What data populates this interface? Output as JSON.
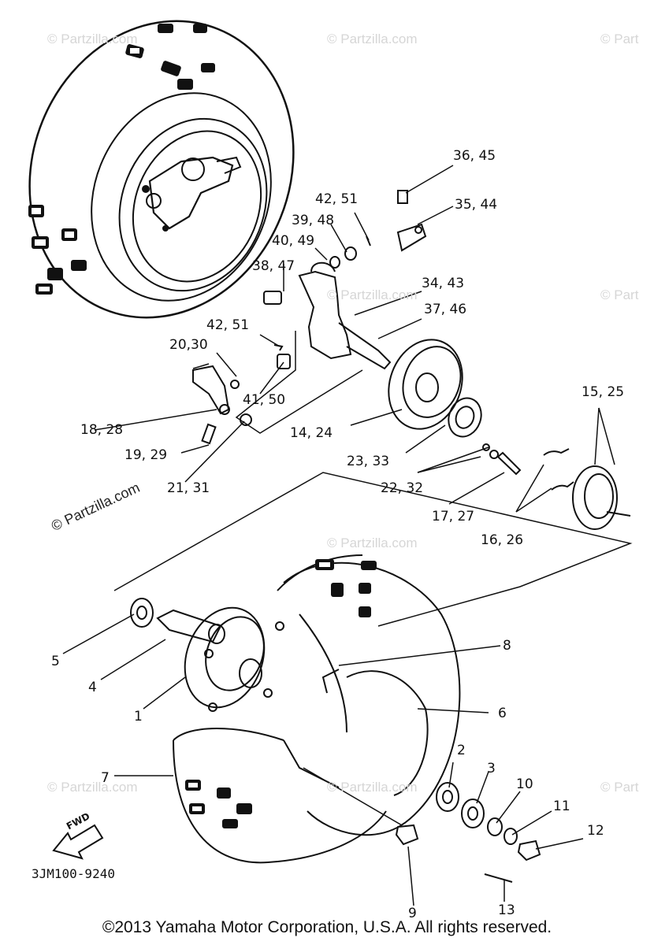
{
  "callouts": {
    "c1": "1",
    "c2": "2",
    "c3": "3",
    "c4": "4",
    "c5": "5",
    "c6": "6",
    "c7": "7",
    "c8": "8",
    "c9": "9",
    "c10": "10",
    "c11": "11",
    "c12": "12",
    "c13": "13",
    "c14_24": "14, 24",
    "c15_25": "15, 25",
    "c16_26": "16, 26",
    "c17_27": "17, 27",
    "c18_28": "18, 28",
    "c19_29": "19, 29",
    "c20_30": "20,30",
    "c21_31": "21, 31",
    "c22_32": "22, 32",
    "c23_33": "23, 33",
    "c34_43": "34, 43",
    "c35_44": "35, 44",
    "c36_45": "36, 45",
    "c37_46": "37, 46",
    "c38_47": "38, 47",
    "c39_48": "39, 48",
    "c40_49": "40, 49",
    "c41_50": "41, 50",
    "c42_51a": "42, 51",
    "c42_51b": "42, 51"
  },
  "fwd_label": "FWD",
  "diagram_code": "3JM100-9240",
  "copyright": "©2013 Yamaha Motor Corporation, U.S.A. All rights reserved.",
  "watermarks": {
    "faint": "© Partzilla.com",
    "faint_cut": "© Part",
    "mid": "© Partzilla.com",
    "left_dark": "© Partzilla.com"
  }
}
